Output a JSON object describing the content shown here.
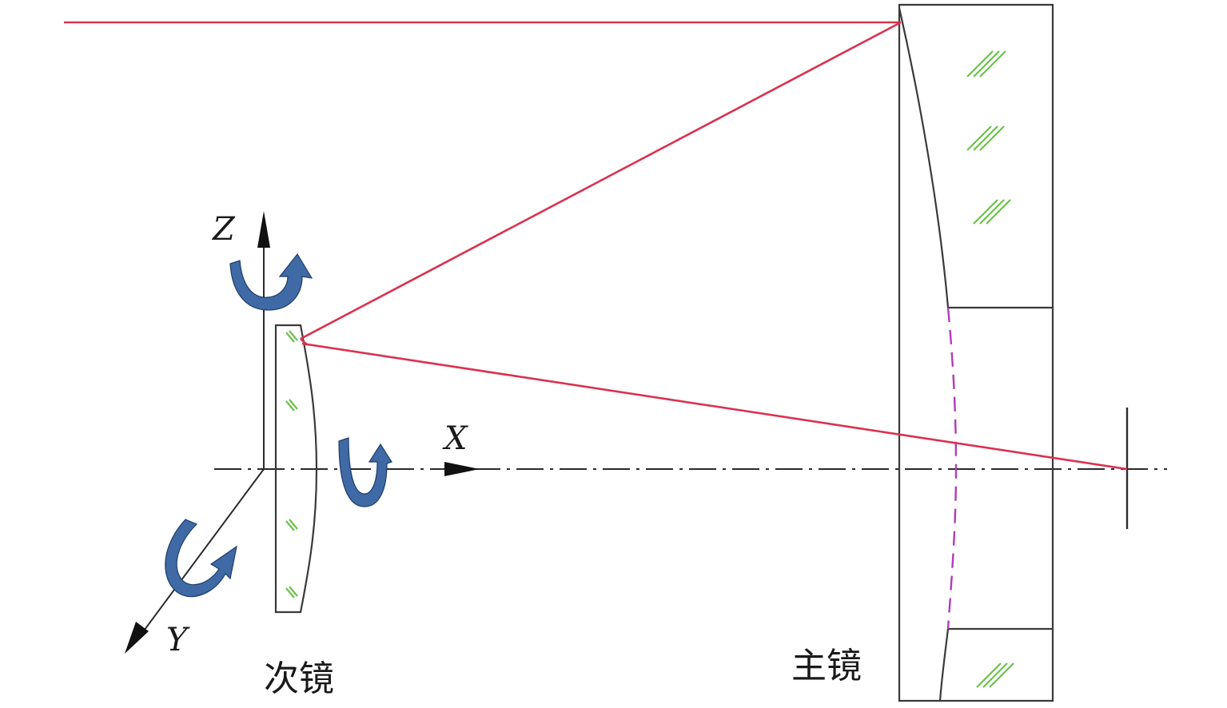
{
  "labels": {
    "z_axis": "Z",
    "x_axis": "X",
    "y_axis": "Y",
    "secondary_mirror": "次镜",
    "primary_mirror": "主镜"
  },
  "colors": {
    "ray": "#d9324f",
    "glass_hatch": "#6cc24a",
    "rotation_arrow": "#3f6aa6",
    "central_hole_dashed": "#b03cb8"
  }
}
